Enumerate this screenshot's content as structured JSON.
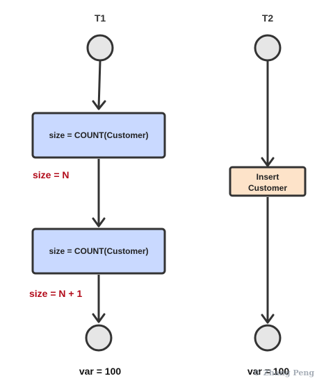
{
  "lanes": {
    "t1": {
      "title": "T1",
      "step1_label": "size = COUNT(Customer)",
      "note1": "size = N",
      "step2_label": "size = COUNT(Customer)",
      "note2": "size = N + 1",
      "end_value": "var = 100"
    },
    "t2": {
      "title": "T2",
      "step_line1": "Insert",
      "step_line2": "Customer",
      "end_value": "var = 100"
    }
  },
  "watermark": "© Zhang Peng",
  "colors": {
    "process_fill": "#c9d9ff",
    "insert_fill": "#fde3c9",
    "node_fill": "#e6e6e6",
    "stroke": "#333333",
    "note_text": "#b20b1a"
  }
}
